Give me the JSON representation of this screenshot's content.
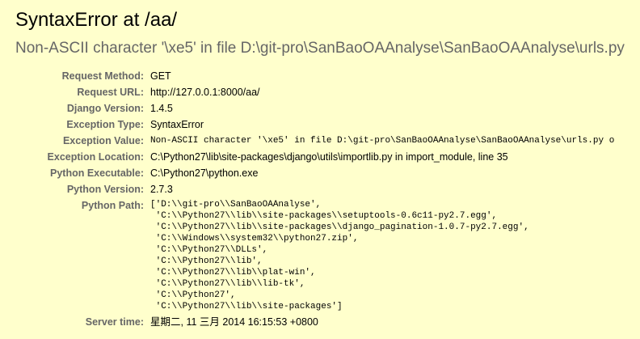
{
  "title": "SyntaxError at /aa/",
  "subtitle": "Non-ASCII character '\\xe5' in file D:\\git-pro\\SanBaoOAAnalyse\\SanBaoOAAnalyse\\urls.py",
  "rows": {
    "request_method": {
      "label": "Request Method:",
      "value": "GET"
    },
    "request_url": {
      "label": "Request URL:",
      "value": "http://127.0.0.1:8000/aa/"
    },
    "django_version": {
      "label": "Django Version:",
      "value": "1.4.5"
    },
    "exception_type": {
      "label": "Exception Type:",
      "value": "SyntaxError"
    },
    "exception_value": {
      "label": "Exception Value:",
      "value": "Non-ASCII character '\\xe5' in file D:\\git-pro\\SanBaoOAAnalyse\\SanBaoOAAnalyse\\urls.py o"
    },
    "exception_location": {
      "label": "Exception Location:",
      "value": "C:\\Python27\\lib\\site-packages\\django\\utils\\importlib.py in import_module, line 35"
    },
    "python_executable": {
      "label": "Python Executable:",
      "value": "C:\\Python27\\python.exe"
    },
    "python_version": {
      "label": "Python Version:",
      "value": "2.7.3"
    },
    "python_path": {
      "label": "Python Path:",
      "value": "['D:\\\\git-pro\\\\SanBaoOAAnalyse',\n 'C:\\\\Python27\\\\lib\\\\site-packages\\\\setuptools-0.6c11-py2.7.egg',\n 'C:\\\\Python27\\\\lib\\\\site-packages\\\\django_pagination-1.0.7-py2.7.egg',\n 'C:\\\\Windows\\\\system32\\\\python27.zip',\n 'C:\\\\Python27\\\\DLLs',\n 'C:\\\\Python27\\\\lib',\n 'C:\\\\Python27\\\\lib\\\\plat-win',\n 'C:\\\\Python27\\\\lib\\\\lib-tk',\n 'C:\\\\Python27',\n 'C:\\\\Python27\\\\lib\\\\site-packages']"
    },
    "server_time": {
      "label": "Server time:",
      "value": "星期二, 11 三月 2014 16:15:53 +0800"
    }
  },
  "colors": {
    "background": "#ffffcc",
    "label": "#666666",
    "subtitle": "#666666"
  }
}
